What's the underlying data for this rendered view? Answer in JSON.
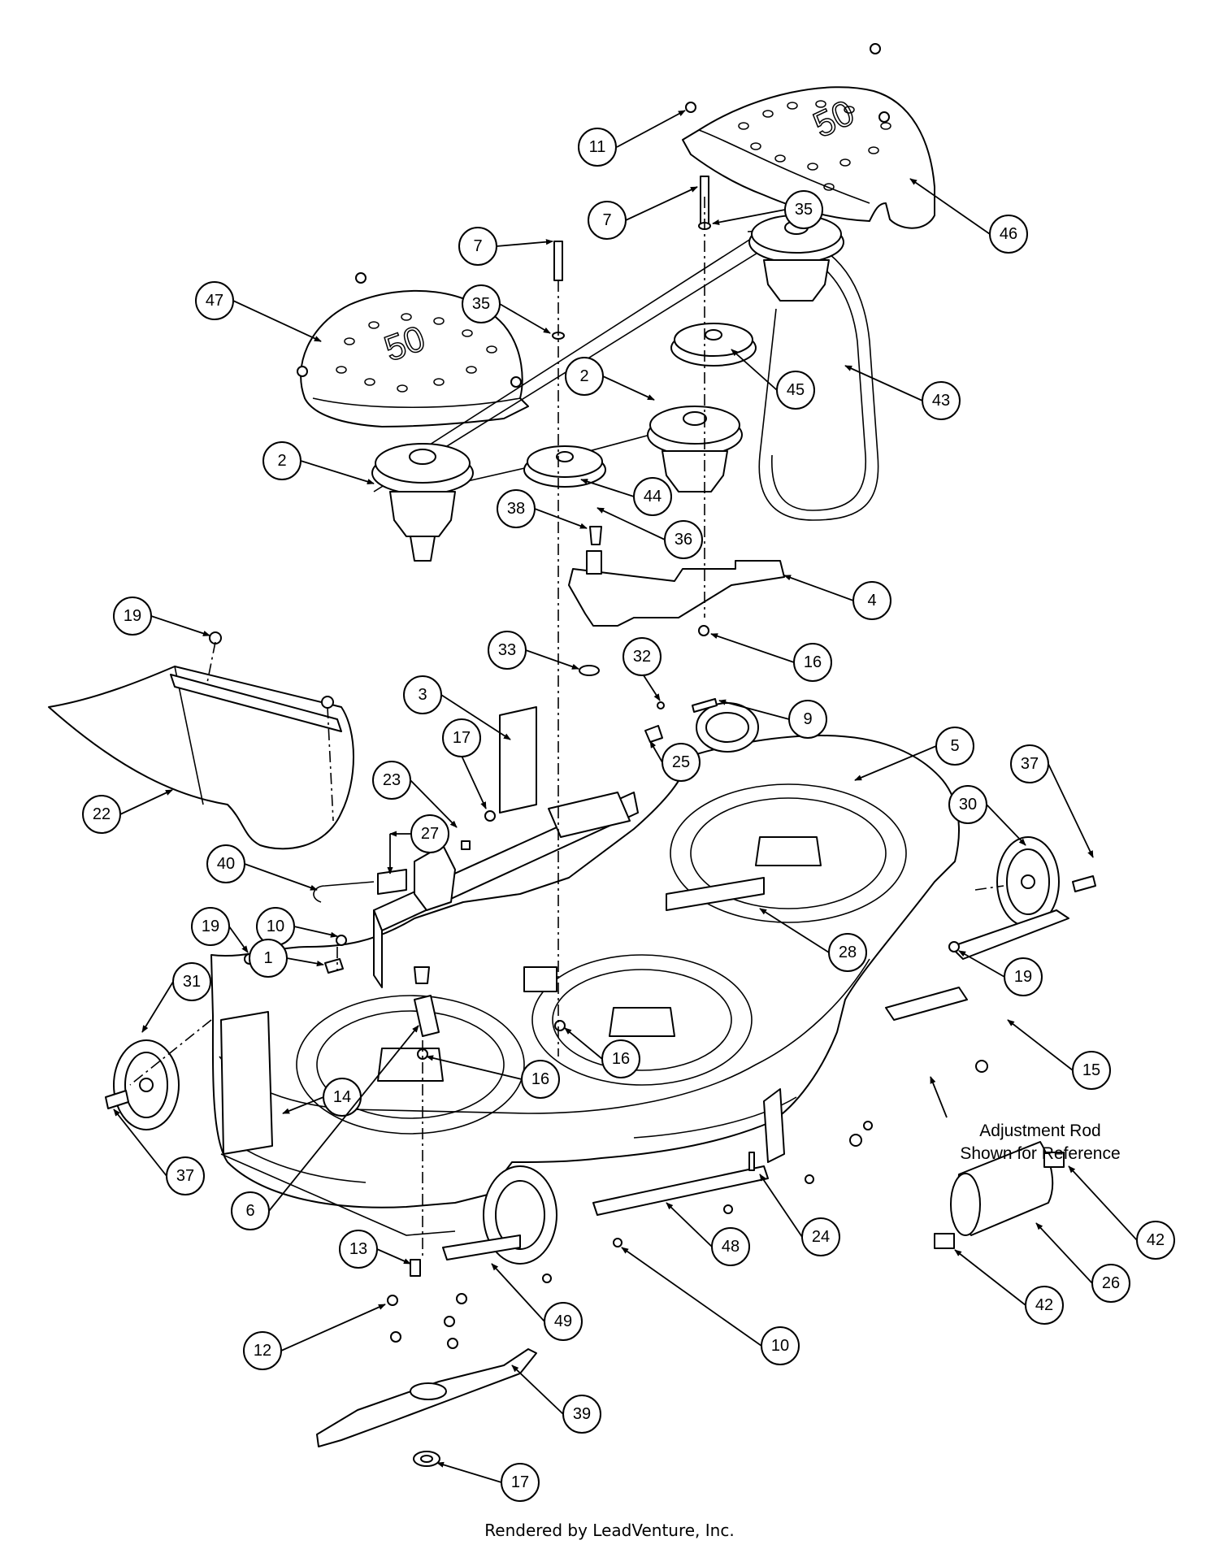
{
  "diagram": {
    "footer": "Rendered by LeadVenture, Inc.",
    "adjustment_note": [
      "Adjustment Rod",
      "Shown for Reference"
    ],
    "cover_marking": "50",
    "callouts": [
      {
        "label": "11"
      },
      {
        "label": "46"
      },
      {
        "label": "7"
      },
      {
        "label": "35"
      },
      {
        "label": "7"
      },
      {
        "label": "35"
      },
      {
        "label": "47"
      },
      {
        "label": "45"
      },
      {
        "label": "43"
      },
      {
        "label": "2"
      },
      {
        "label": "2"
      },
      {
        "label": "44"
      },
      {
        "label": "38"
      },
      {
        "label": "36"
      },
      {
        "label": "4"
      },
      {
        "label": "16"
      },
      {
        "label": "19"
      },
      {
        "label": "33"
      },
      {
        "label": "32"
      },
      {
        "label": "9"
      },
      {
        "label": "3"
      },
      {
        "label": "17"
      },
      {
        "label": "23"
      },
      {
        "label": "25"
      },
      {
        "label": "5"
      },
      {
        "label": "37"
      },
      {
        "label": "30"
      },
      {
        "label": "22"
      },
      {
        "label": "27"
      },
      {
        "label": "40"
      },
      {
        "label": "19"
      },
      {
        "label": "10"
      },
      {
        "label": "1"
      },
      {
        "label": "31"
      },
      {
        "label": "28"
      },
      {
        "label": "19"
      },
      {
        "label": "16"
      },
      {
        "label": "16"
      },
      {
        "label": "15"
      },
      {
        "label": "14"
      },
      {
        "label": "37"
      },
      {
        "label": "6"
      },
      {
        "label": "24"
      },
      {
        "label": "42"
      },
      {
        "label": "13"
      },
      {
        "label": "48"
      },
      {
        "label": "26"
      },
      {
        "label": "42"
      },
      {
        "label": "49"
      },
      {
        "label": "12"
      },
      {
        "label": "10"
      },
      {
        "label": "39"
      },
      {
        "label": "17"
      }
    ]
  }
}
